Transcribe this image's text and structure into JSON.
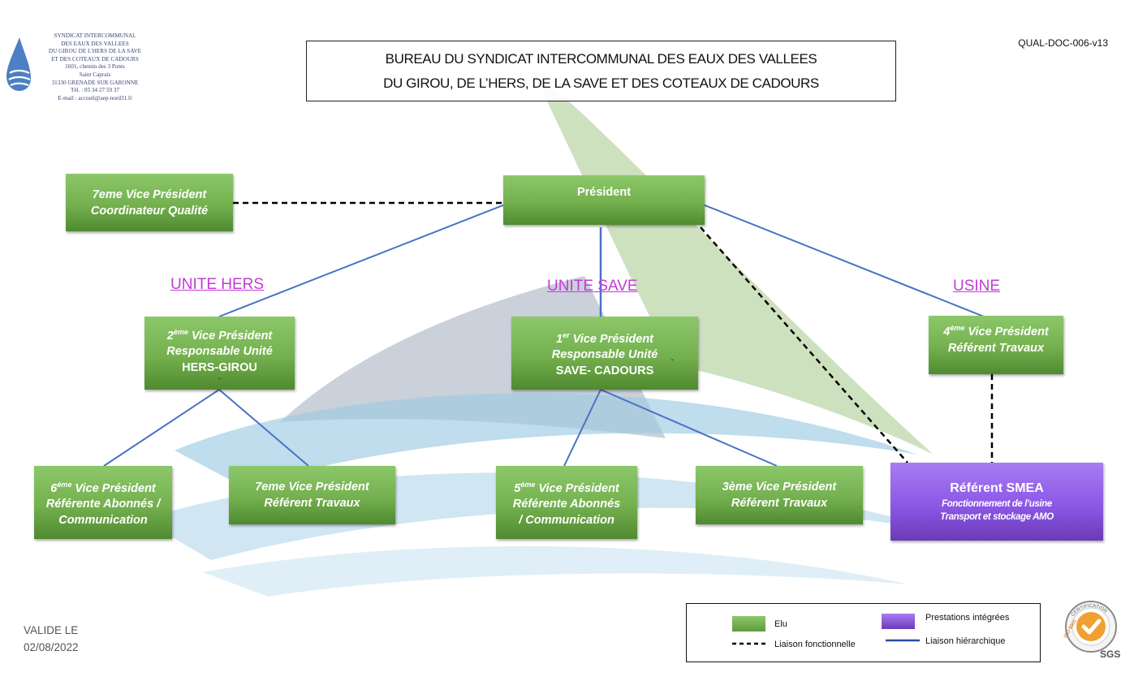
{
  "header": {
    "logo_lines": [
      "SYNDICAT INTERCOMMUNAL",
      "DES EAUX DES VALLEES",
      "DU GIROU DE L'HERS DE LA SAVE",
      "ET DES COTEAUX DE CADOURS",
      "1601, chemin des 3 Ponts",
      "Saint Caprais",
      "31330 GRENADE SUR GARONNE",
      "Tél. : 05 34 27 59 37",
      "E-mail : accueil@aep-nord31.fr"
    ],
    "title_line1": "BUREAU DU SYNDICAT INTERCOMMUNAL DES EAUX DES VALLEES",
    "title_line2": "DU GIROU, DE L’HERS, DE LA SAVE ET DES COTEAUX DE CADOURS",
    "doc_ref": "QUAL-DOC-006-v13"
  },
  "units": {
    "hers": "UNITE HERS",
    "save": "UNITE SAVE",
    "usine": "USINE"
  },
  "nodes": {
    "president": {
      "line1": "Président"
    },
    "vp7_qualite": {
      "line1": "7eme Vice Président",
      "line2": "Coordinateur Qualité"
    },
    "vp2": {
      "sup": "ème",
      "line1_num": "2",
      "line1_rest": " Vice Président",
      "line2": "Responsable Unité",
      "line3": "HERS-GIROU",
      "mark": "-"
    },
    "vp1": {
      "sup": "er",
      "line1_num": "1",
      "line1_rest": " Vice Président",
      "line2": "Responsable Unité",
      "line3": "SAVE-  CADOURS",
      "mark": "-"
    },
    "vp4": {
      "sup": "ème",
      "line1_num": "4",
      "line1_rest": " Vice Président",
      "line2": "Référent Travaux"
    },
    "vp6": {
      "sup": "ème",
      "line1_num": "6",
      "line1_rest": " Vice Président",
      "line2": "Référente Abonnés /",
      "line3": "Communication"
    },
    "vp7_travaux": {
      "line1": "7eme Vice Président",
      "line2": "Référent Travaux"
    },
    "vp5": {
      "sup": "ème",
      "line1_num": "5",
      "line1_rest": " Vice Président",
      "line2": "Référente Abonnés",
      "line3": "/  Communication"
    },
    "vp3": {
      "line1": "3ème Vice Président",
      "line2": "Référent Travaux"
    },
    "smea": {
      "line1": "Référent  SMEA",
      "line2": "Fonctionnement de l’usine",
      "line3": "Transport et stockage AMO"
    }
  },
  "footer": {
    "valide_label": "VALIDE LE",
    "valide_date": "02/08/2022"
  },
  "legend": {
    "elu": "Elu",
    "prestations": "Prestations intégrées",
    "liaison_fonctionnelle": "Liaison fonctionnelle",
    "liaison_hierarchique": "Liaison hiérarchique"
  },
  "badge": {
    "text": "SGS",
    "ring_top": "CERTIFICATION",
    "ring_side": "ISO 9001"
  },
  "colors": {
    "elu_green": "#74b04e",
    "presta_purple": "#8b58e6",
    "hierarchy_blue": "#4a72c4",
    "unit_magenta": "#c43ad8",
    "sgs_orange": "#f0a030"
  }
}
